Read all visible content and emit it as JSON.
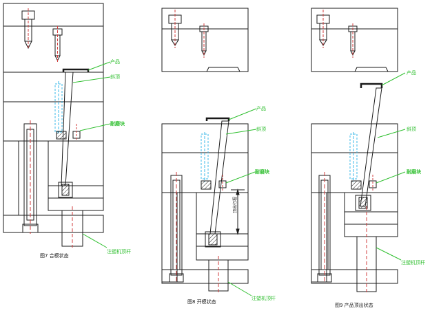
{
  "panel7": {
    "caption": "图7 合模状态",
    "label_product": "产品",
    "label_slider": "斜顶",
    "label_wear": "耐磨块",
    "label_ejector": "注塑机顶杆"
  },
  "panel8": {
    "caption": "图8 开模状态",
    "label_product": "产品",
    "label_slider": "斜顶",
    "label_wear": "耐磨块",
    "label_ejector": "注塑机顶杆",
    "label_stroke": "顶出行程"
  },
  "panel9": {
    "caption": "图9 产品顶出状态",
    "label_product": "产品",
    "label_slider": "斜顶",
    "label_wear": "耐磨块",
    "label_ejector": "注塑机顶杆"
  },
  "colors": {
    "line": "#1a1a1a",
    "leader": "#2fbf2f",
    "label": "#2fbf2f",
    "water": "#3bb8e8",
    "center": "#d23b3b"
  }
}
